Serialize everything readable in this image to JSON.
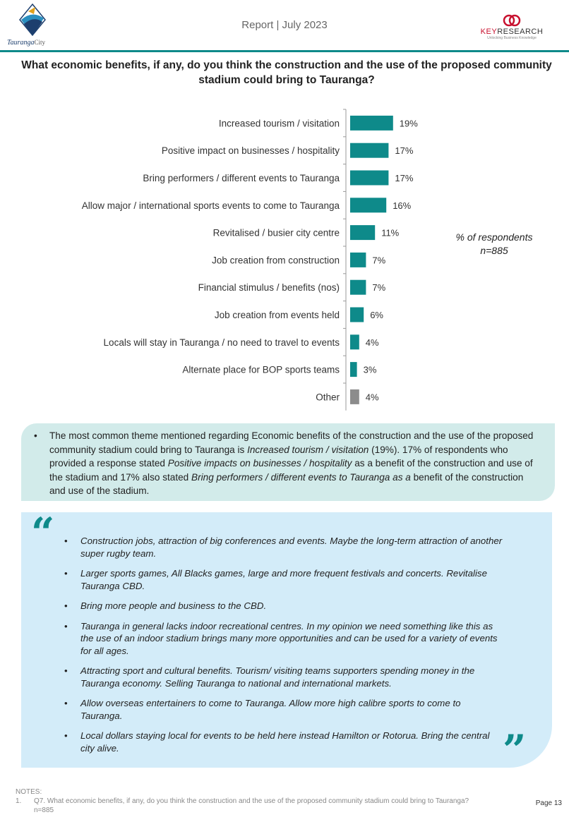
{
  "header": {
    "left_logo_text": "Tauranga",
    "left_logo_city": "City",
    "center_text": "Report | July 2023",
    "right_logo_key": "KEY",
    "right_logo_research": "RESEARCH",
    "right_logo_sub": "Unlocking Business Knowledge"
  },
  "title": "What economic benefits, if any, do you think the construction and the use of the proposed community stadium could bring to Tauranga?",
  "chart_data": {
    "type": "bar",
    "orientation": "horizontal",
    "categories": [
      "Increased tourism / visitation",
      "Positive impact on businesses / hospitality",
      "Bring performers / different events to Tauranga",
      "Allow major / international sports events to come to Tauranga",
      "Revitalised / busier city centre",
      "Job creation from construction",
      "Financial stimulus / benefits (nos)",
      "Job creation from events held",
      "Locals will stay in Tauranga / no need to travel to events",
      "Alternate place for BOP sports teams",
      "Other"
    ],
    "values": [
      19,
      17,
      17,
      16,
      11,
      7,
      7,
      6,
      4,
      3,
      4
    ],
    "value_labels": [
      "19%",
      "17%",
      "17%",
      "16%",
      "11%",
      "7%",
      "7%",
      "6%",
      "4%",
      "3%",
      "4%"
    ],
    "bar_colors": [
      "#0e8a8a",
      "#0e8a8a",
      "#0e8a8a",
      "#0e8a8a",
      "#0e8a8a",
      "#0e8a8a",
      "#0e8a8a",
      "#0e8a8a",
      "#0e8a8a",
      "#0e8a8a",
      "#8c8c8c"
    ],
    "xlim": [
      0,
      100
    ],
    "grid": false,
    "legend_note_line1": "% of respondents",
    "legend_note_line2": "n=885"
  },
  "summary": {
    "p1": "The most common theme mentioned regarding Economic benefits of the construction and the use of the proposed community stadium could bring to Tauranga is ",
    "em1": "Increased tourism / visitation",
    "p2": " (19%).  17% of respondents who provided a response stated ",
    "em2": "Positive impacts on businesses / hospitality",
    "p3": " as a benefit of the construction and use of the stadium and 17% also stated ",
    "em3": "Bring performers / different events to Tauranga as a",
    "p4": " benefit of the construction and use of the stadium."
  },
  "quotes": {
    "open_mark": "“",
    "close_mark": "”",
    "items": [
      "Construction jobs, attraction of big conferences and events. Maybe the long-term attraction of another super rugby team.",
      "Larger sports games, All Blacks games, large and more frequent festivals and concerts. Revitalise Tauranga CBD.",
      "Bring more people and business to the CBD.",
      "Tauranga in general lacks indoor recreational centres. In my opinion we need something like this as the use of an indoor stadium brings many more opportunities and can be used for a variety of events for all ages.",
      "Attracting sport and cultural benefits.  Tourism/ visiting teams supporters spending money in the Tauranga economy. Selling Tauranga to national and international markets.",
      "Allow overseas entertainers to come to Tauranga. Allow more high calibre sports to come to Tauranga.",
      "Local dollars staying local for events to be held here instead Hamilton or Rotorua.  Bring the central city alive."
    ]
  },
  "notes": {
    "heading": "NOTES:",
    "num": "1.",
    "line1": "Q7. What economic benefits, if any, do you think the construction and the use of the proposed community stadium could bring to Tauranga?",
    "line2": "n=885"
  },
  "page_number": "Page 13",
  "colors": {
    "accent": "#0e8a8a",
    "other_bar": "#8c8c8c",
    "summary_bg": "#d2ebea",
    "quote_bg": "#d3ecf9"
  }
}
